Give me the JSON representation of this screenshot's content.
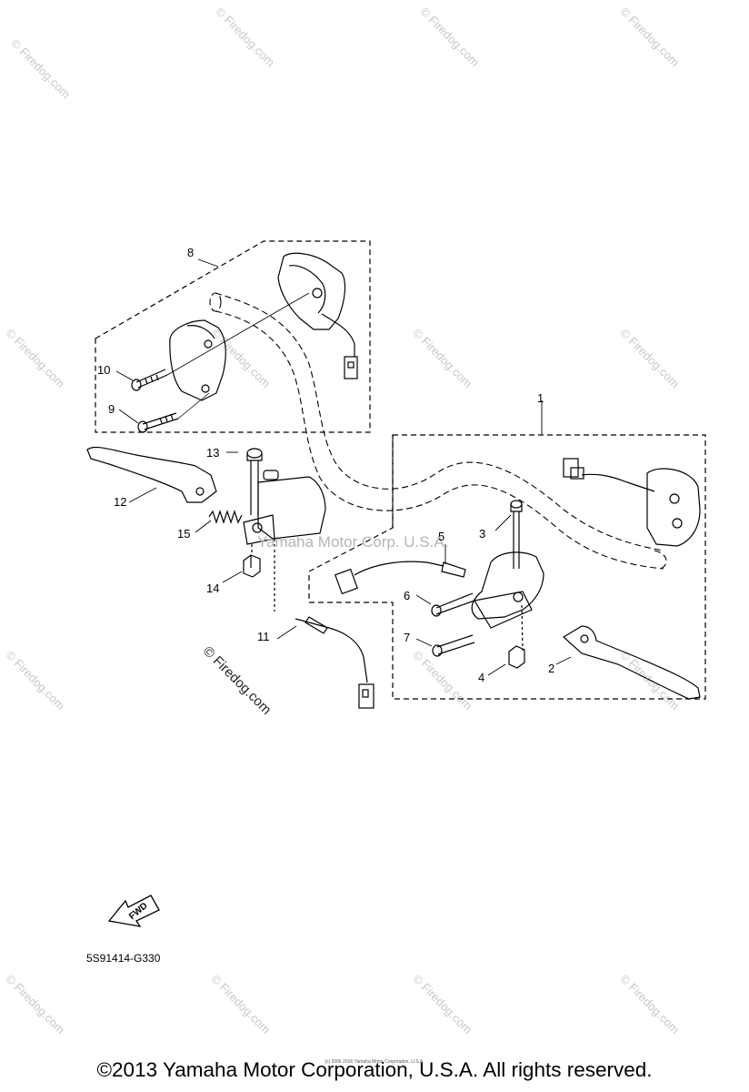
{
  "diagram": {
    "part_code": "5S91414-G330",
    "fwd_label": "FWD",
    "copyright": "©2013 Yamaha Motor Corporation, U.S.A. All rights reserved.",
    "tiny_copyright": "(c) 2006 2016 Yamaha Motor Corporation, U.S.A.",
    "center_watermark": "Yamaha Motor Corp. U.S.A.",
    "diag_watermark": "© Firedog.com",
    "tile_watermark": "© Firedog.com",
    "callouts": {
      "c1": "1",
      "c2": "2",
      "c3": "3",
      "c4": "4",
      "c5": "5",
      "c6": "6",
      "c7": "7",
      "c8": "8",
      "c9": "9",
      "c10": "10",
      "c11": "11",
      "c12": "12",
      "c13": "13",
      "c14": "14",
      "c15": "15"
    }
  }
}
